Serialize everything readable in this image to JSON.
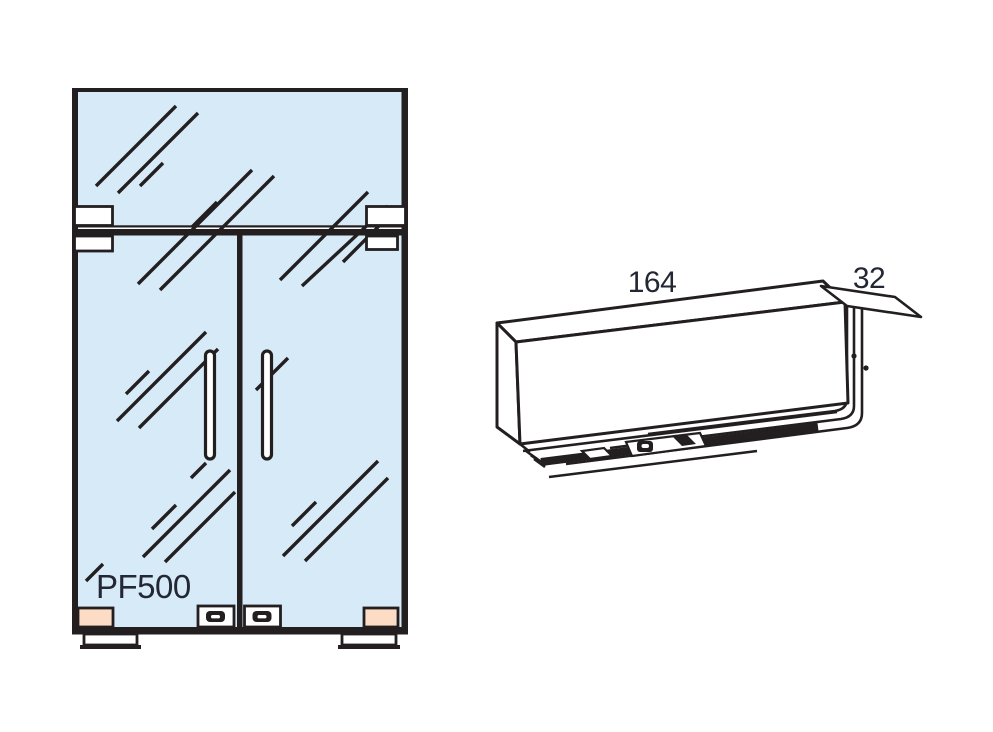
{
  "figure": {
    "line_color": "#231f20",
    "text_color": "#232633",
    "door_assembly": {
      "model_label": "PF500",
      "glass_color": "#d6eaf7",
      "patch_fitting_color": "#fcdcc5"
    },
    "patch_fitting_3d": {
      "width_dimension": "164",
      "thickness_dimension": "32"
    }
  }
}
